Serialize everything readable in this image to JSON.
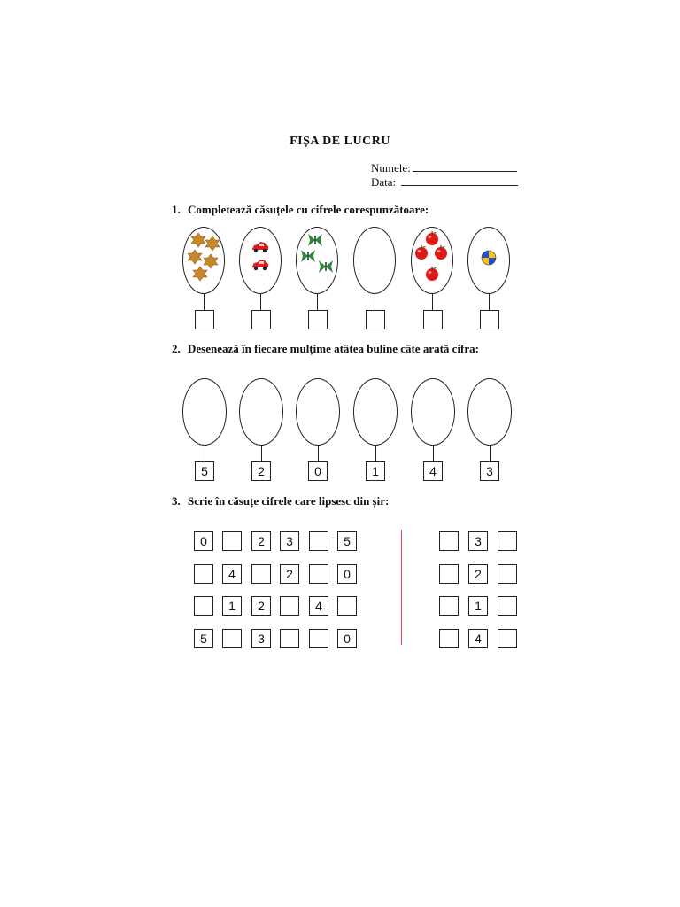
{
  "title": "FIȘA DE LUCRU",
  "name_label": "Numele:",
  "date_label": "Data:",
  "task1": {
    "number": "1.",
    "text": "Completează căsuțele cu cifrele corespunzătoare:",
    "groups": [
      {
        "item": "leaf-icon",
        "count": 5
      },
      {
        "item": "car-icon",
        "count": 2
      },
      {
        "item": "butterfly-icon",
        "count": 3
      },
      {
        "item": "none",
        "count": 0
      },
      {
        "item": "apple-icon",
        "count": 4
      },
      {
        "item": "ball-icon",
        "count": 1
      }
    ]
  },
  "task2": {
    "number": "2.",
    "text": "Desenează în fiecare mulțime atâtea buline câte arată cifra:",
    "digits": [
      "5",
      "2",
      "0",
      "1",
      "4",
      "3"
    ]
  },
  "task3": {
    "number": "3.",
    "text": "Scrie în căsuțe cifrele care lipsesc din șir:",
    "left_rows": [
      [
        "0",
        "",
        "2",
        "3",
        "",
        "5"
      ],
      [
        "",
        "4",
        "",
        "2",
        "",
        "0"
      ],
      [
        "",
        "1",
        "2",
        "",
        "4",
        ""
      ],
      [
        "5",
        "",
        "3",
        "",
        "",
        "0"
      ]
    ],
    "right_rows": [
      [
        "",
        "3",
        ""
      ],
      [
        "",
        "2",
        ""
      ],
      [
        "",
        "1",
        ""
      ],
      [
        "",
        "4",
        ""
      ]
    ]
  },
  "colors": {
    "divider": "#e0404a",
    "leaf": "#c8882a",
    "car": "#d81e1e",
    "butterfly": "#2a8a3a",
    "apple": "#e01818"
  }
}
